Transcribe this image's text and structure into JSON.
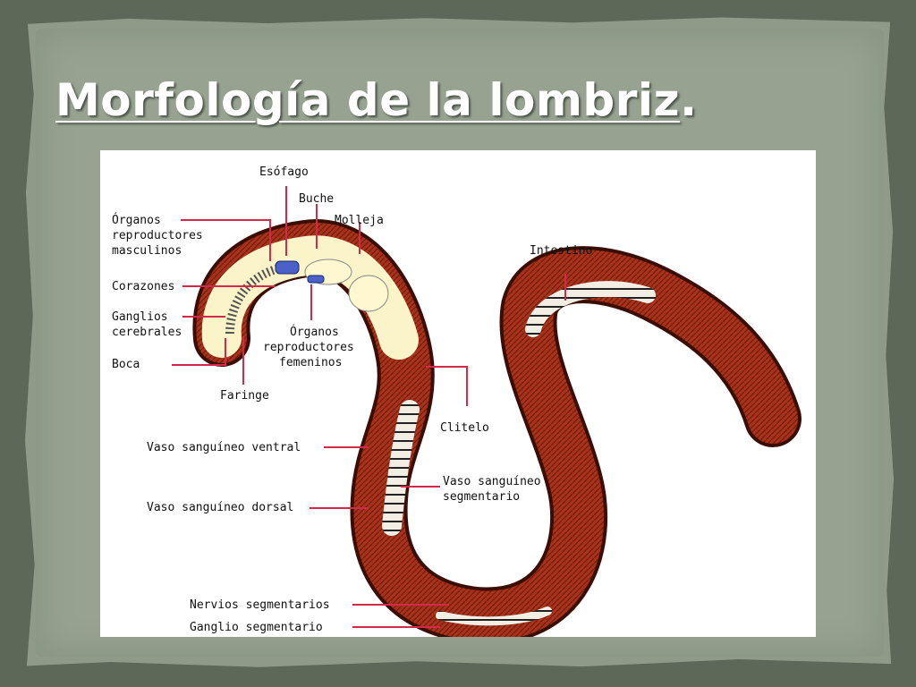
{
  "slide": {
    "title": "Morfología de la lombriz",
    "title_suffix": "."
  },
  "diagram": {
    "labels": {
      "esofago": "Esófago",
      "buche": "Buche",
      "molleja": "Molleja",
      "organos_masculinos_1": "Órganos",
      "organos_masculinos_2": "reproductores",
      "organos_masculinos_3": "masculinos",
      "corazones": "Corazones",
      "ganglios_1": "Ganglios",
      "ganglios_2": "cerebrales",
      "boca": "Boca",
      "faringe": "Faringe",
      "organos_femeninos_1": "Órganos",
      "organos_femeninos_2": "reproductores",
      "organos_femeninos_3": "femeninos",
      "intestino": "Intestino",
      "clitelo": "Clitelo",
      "vaso_ventral": "Vaso sanguíneo ventral",
      "vaso_dorsal": "Vaso sanguíneo dorsal",
      "vaso_segmentario_1": "Vaso sanguíneo",
      "vaso_segmentario_2": "segmentario",
      "nervios": "Nervios segmentarios",
      "ganglio_segmentario": "Ganglio segmentario"
    },
    "colors": {
      "body": "#a8321a",
      "body_outline": "#3a0d05",
      "interior": "#fbf4c8",
      "leader": "#d42a4a",
      "organ_blue": "#4a62c8"
    }
  }
}
